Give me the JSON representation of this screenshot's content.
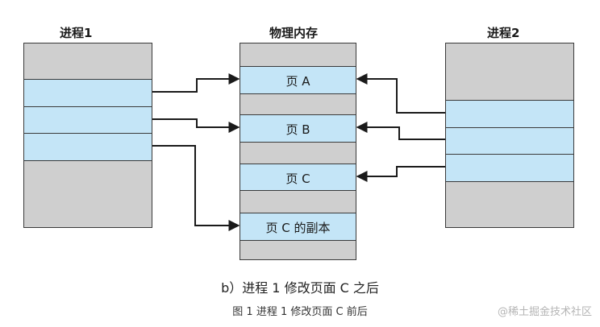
{
  "titles": {
    "process1": "进程1",
    "memory": "物理内存",
    "process2": "进程2"
  },
  "memory_pages": {
    "page_a": "页 A",
    "page_b": "页 B",
    "page_c": "页 C",
    "page_c_copy": "页 C 的副本"
  },
  "captions": {
    "sub": "b）进程 1 修改页面 C 之后",
    "figure": "图 1 进程 1 修改页面 C 前后"
  },
  "watermark": "@稀土掘金技术社区",
  "colors": {
    "shared_page": "#c4e5f7",
    "other_page": "#cfcfcf",
    "border": "#3a3a3a"
  }
}
